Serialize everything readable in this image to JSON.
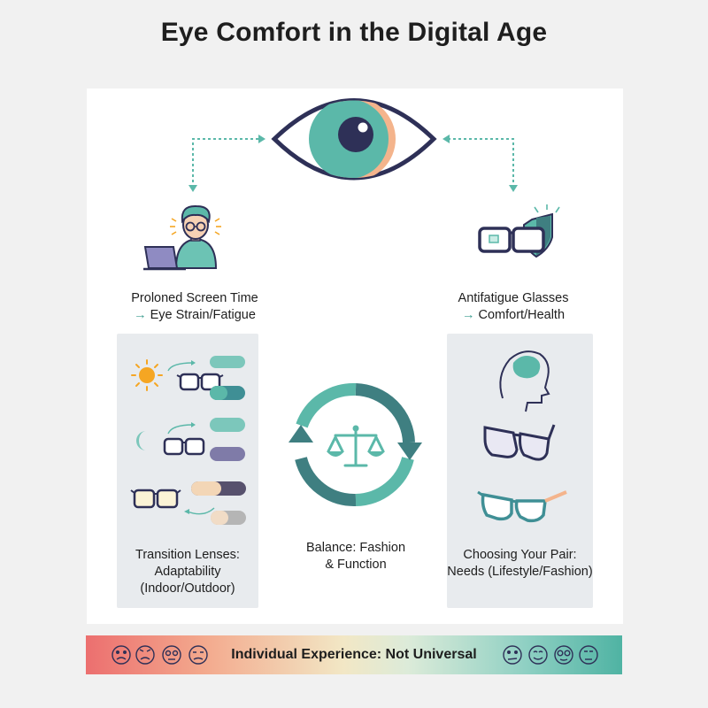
{
  "title": "Eye Comfort in the Digital Age",
  "left_top": {
    "title": "Proloned Screen Time",
    "arrow": "→",
    "subtitle": "Eye Strain/Fatigue"
  },
  "right_top": {
    "title": "Antifatigue Glasses",
    "arrow": "→",
    "subtitle": "Comfort/Health"
  },
  "center": {
    "line1": "Balance: Fashion",
    "line2": "& Function"
  },
  "left_card": {
    "line1": "Transition Lenses:",
    "line2": "Adaptability",
    "line3": "(Indoor/Outdoor)"
  },
  "right_card": {
    "line1": "Choosing Your Pair:",
    "line2": "Needs (Lifestyle/Fashion)"
  },
  "footer": {
    "text": "Individual Experience: Not Universal"
  },
  "colors": {
    "teal": "#5bb8a9",
    "dark_teal": "#3f7f81",
    "navy": "#2e3057",
    "peach": "#f4b48c",
    "sun": "#f5a623",
    "lavender": "#7f7ba8"
  }
}
